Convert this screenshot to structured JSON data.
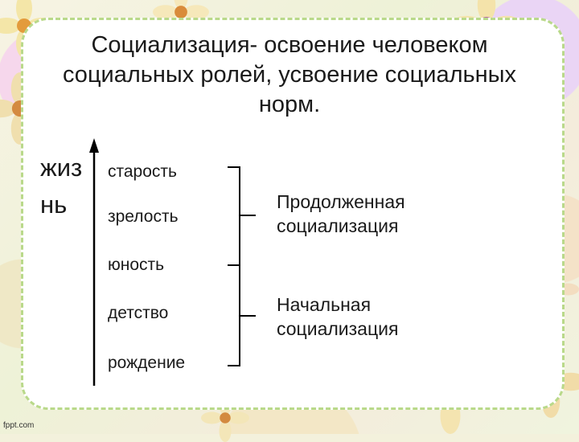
{
  "title": "Социализация- освоение человеком социальных ролей, усвоение социальных норм.",
  "vertical_label": "жизнь",
  "stages": [
    "старость",
    "зрелость",
    "юность",
    "детство",
    "рождение"
  ],
  "groups": [
    {
      "line1": "Продолженная",
      "line2": "социализация"
    },
    {
      "line1": "Начальная",
      "line2": "социализация"
    }
  ],
  "footer": "fppt.com"
}
